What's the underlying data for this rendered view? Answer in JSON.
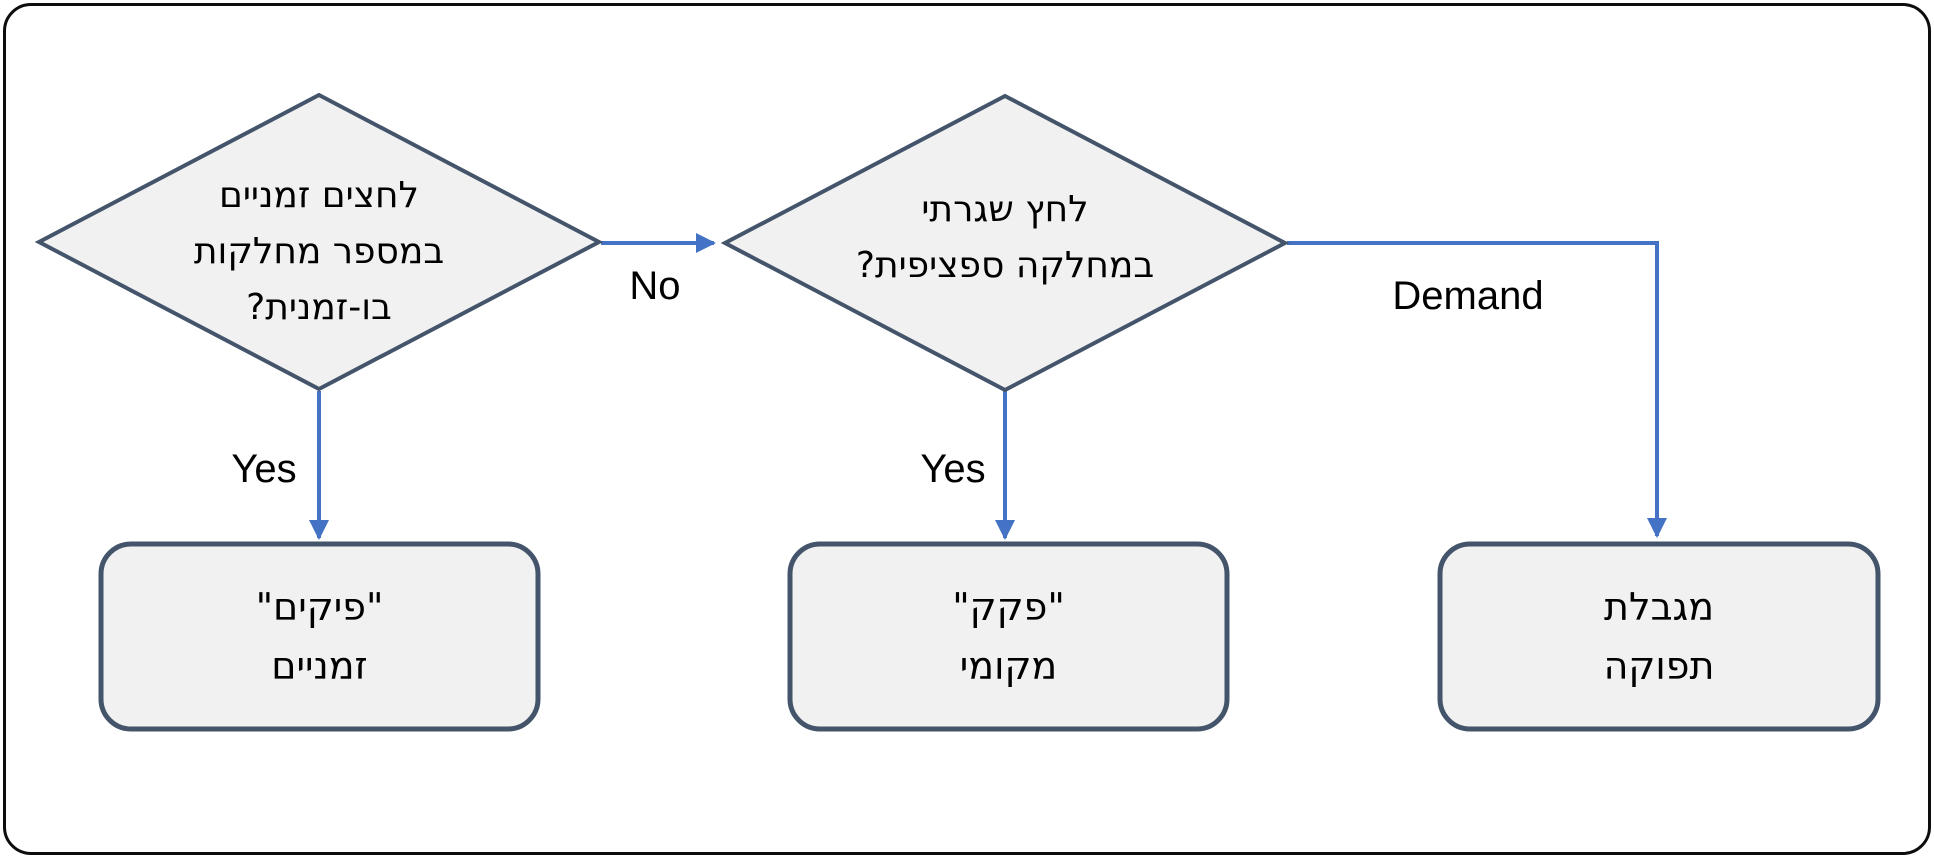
{
  "diagram": {
    "kind": "decision-flowchart",
    "text_direction": "rtl",
    "colors": {
      "background": "#ffffff",
      "frame_border": "#0d0d0d",
      "shape_fill": "#f1f1f1",
      "shape_border": "#44546a",
      "arrow": "#4472c4",
      "text": "#000000"
    },
    "nodes": {
      "decision_left": {
        "shape": "diamond",
        "line1": "לחצים זמניים",
        "line2": "במספר מחלקות",
        "line3": "בו-זמנית?"
      },
      "decision_right": {
        "shape": "diamond",
        "line1": "לחץ שגרתי",
        "line2": "במחלקה ספציפית?"
      },
      "result_left": {
        "shape": "rounded-rectangle",
        "line1": "\"פיקים\"",
        "line2": "זמניים"
      },
      "result_middle": {
        "shape": "rounded-rectangle",
        "line1": "\"פקק\"",
        "line2": "מקומי"
      },
      "result_right": {
        "shape": "rounded-rectangle",
        "line1": "מגבלת",
        "line2": "תפוקה"
      }
    },
    "edges": {
      "no_label": "No",
      "yes_left_label": "Yes",
      "yes_middle_label": "Yes",
      "demand_label": "Demand"
    }
  }
}
